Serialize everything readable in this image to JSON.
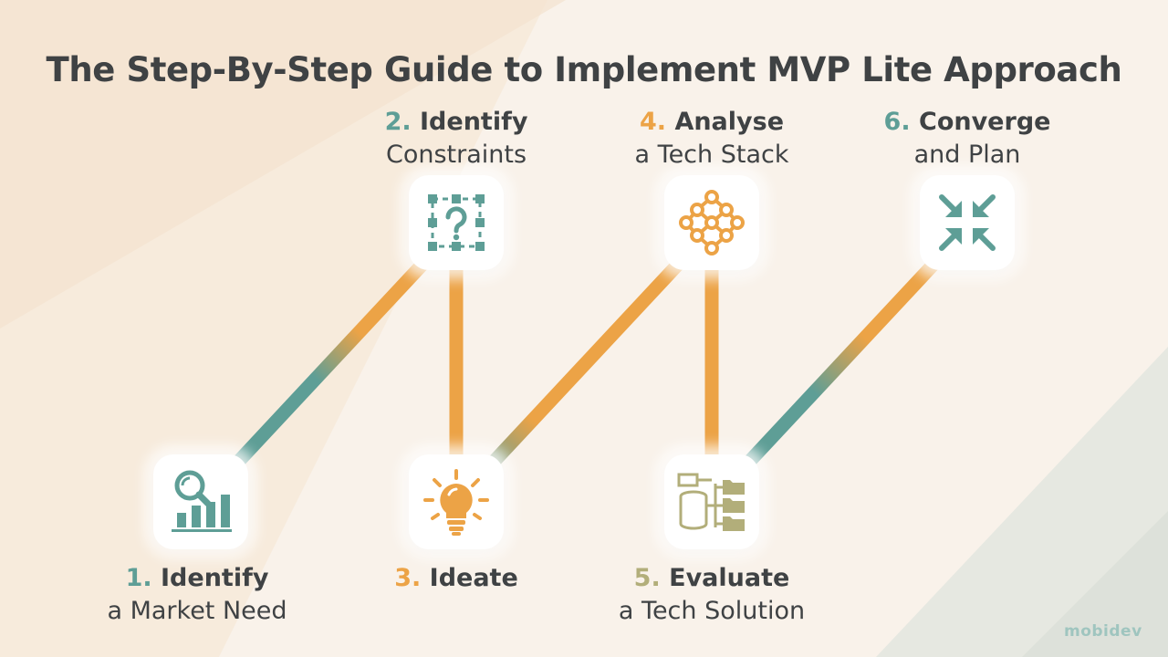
{
  "title": "The Step-By-Step Guide to Implement MVP Lite Approach",
  "colors": {
    "teal": "#5e9e96",
    "orange": "#eca346",
    "olive": "#b2ae7a",
    "text": "#3f4244"
  },
  "steps": [
    {
      "number": "1.",
      "headline": "Identify",
      "subtitle": "a Market Need",
      "icon": "market-analysis-icon",
      "number_color": "#5e9e96"
    },
    {
      "number": "2.",
      "headline": "Identify",
      "subtitle": "Constraints",
      "icon": "question-constraints-icon",
      "number_color": "#5e9e96"
    },
    {
      "number": "3.",
      "headline": "Ideate",
      "subtitle": "",
      "icon": "lightbulb-icon",
      "number_color": "#eca346"
    },
    {
      "number": "4.",
      "headline": "Analyse",
      "subtitle": "a Tech Stack",
      "icon": "network-nodes-icon",
      "number_color": "#eca346"
    },
    {
      "number": "5.",
      "headline": "Evaluate",
      "subtitle": "a Tech Solution",
      "icon": "database-folders-icon",
      "number_color": "#b2ae7a"
    },
    {
      "number": "6.",
      "headline": "Converge",
      "subtitle": "and Plan",
      "icon": "converge-arrows-icon",
      "number_color": "#5e9e96"
    }
  ],
  "logo": "mobidev"
}
